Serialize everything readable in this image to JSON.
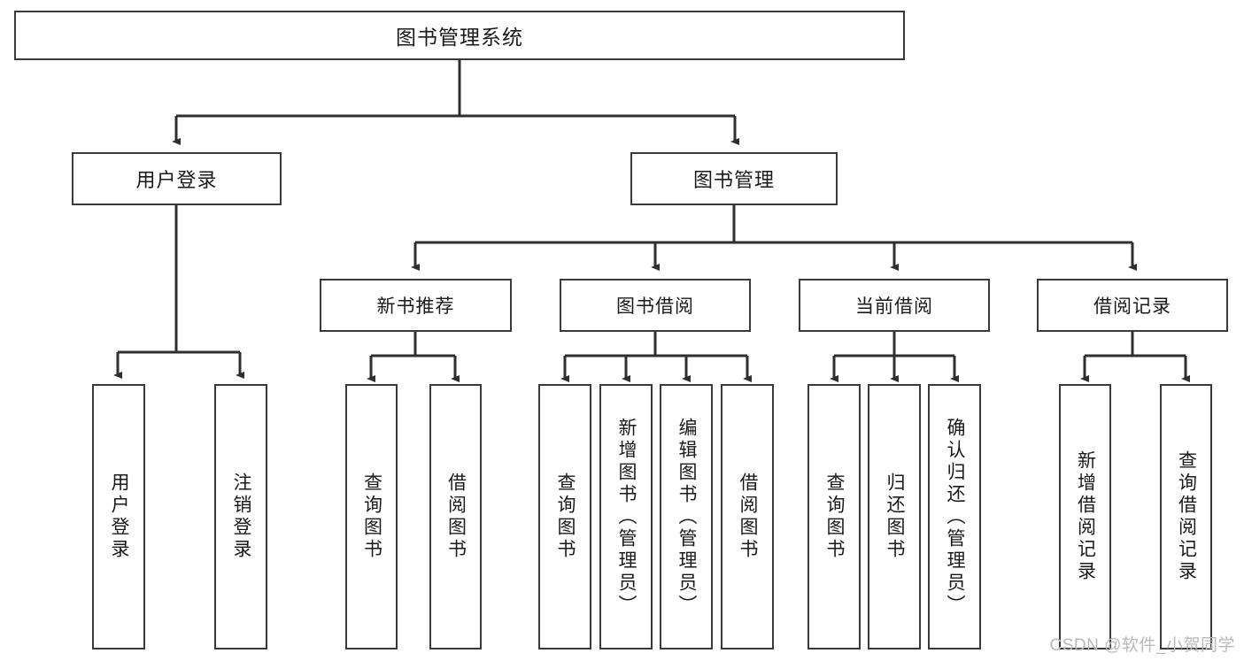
{
  "diagram": {
    "title_node": {
      "label": "图书管理系统"
    },
    "level2": [
      {
        "label": "用户登录"
      },
      {
        "label": "图书管理"
      }
    ],
    "level3": [
      {
        "label": "新书推荐"
      },
      {
        "label": "图书借阅"
      },
      {
        "label": "当前借阅"
      },
      {
        "label": "借阅记录"
      }
    ],
    "leaves": {
      "user_login": [
        {
          "label": "用户登录"
        },
        {
          "label": "注销登录"
        }
      ],
      "new_book_recommend": [
        {
          "label": "查询图书"
        },
        {
          "label": "借阅图书"
        }
      ],
      "book_borrow": [
        {
          "label": "查询图书"
        },
        {
          "label": "新增图书（管理员）"
        },
        {
          "label": "编辑图书（管理员）"
        },
        {
          "label": "借阅图书"
        }
      ],
      "current_borrow": [
        {
          "label": "查询图书"
        },
        {
          "label": "归还图书"
        },
        {
          "label": "确认归还（管理员）"
        }
      ],
      "borrow_record": [
        {
          "label": "新增借阅记录"
        },
        {
          "label": "查询借阅记录"
        }
      ]
    }
  },
  "watermark": {
    "text": "CSDN @软件_小贺同学"
  },
  "colors": {
    "stroke": "#3a3a3a",
    "text": "#1a1a1a",
    "background": "#ffffff",
    "watermark": "#b9b9b9"
  }
}
